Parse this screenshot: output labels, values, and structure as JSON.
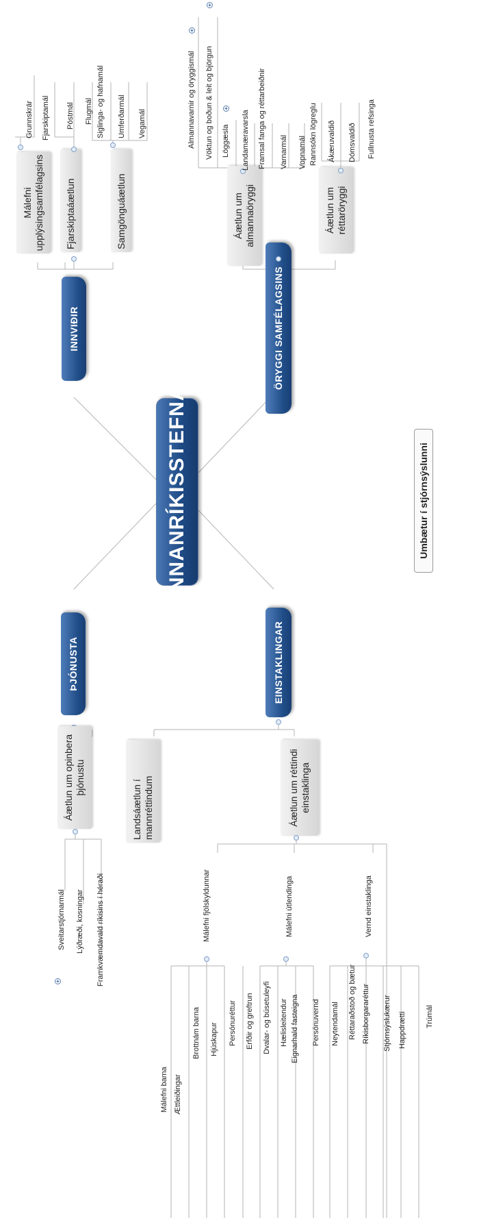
{
  "root": "INNANRÍKISSTEFNA",
  "branches": {
    "innvidir": "INNVIÐIR",
    "oryggi": "ÖRYGGI SAMFÉLAGSINS",
    "thjonusta": "ÞJÓNUSTA",
    "einstaklingar": "EINSTAKLINGAR"
  },
  "innvidir": {
    "upplysing": "Málefni upplýsingsamfélagsins",
    "grunnskrar": "Grunnskrár",
    "fjarskiptaaetlun": "Fjarskiptaáætlun",
    "fjarskiptamal": "Fjarskiptamál",
    "postmal": "Póstmál",
    "samgonguaetlun": "Samgönguáætlun",
    "flugmal": "Flugmál",
    "siglinga": "Siglinga- og hafnamál",
    "umferdarmal": "Umferðarmál",
    "vegamal": "Vegamál"
  },
  "oryggi": {
    "almannaoryggi": "Áætlun um almannaöryggi",
    "almannavarnir": "Almannavarnir og öryggismál",
    "voktun": "Vöktun og boðun & leit og björgun",
    "loggaesla": "Löggæsla",
    "landamaeravarsla": "Landamæravarsla",
    "framsal": "Framsal fanga og réttarbeiðnir",
    "varnarmal": "Varnarmál",
    "vopnamal": "Vopnamál",
    "rettaroryggi": "Áætlun um réttaröryggi",
    "rannsokn": "Rannsókn lögreglu",
    "akaeruvaldid": "Ákæruvaldið",
    "domsvaldid": "Dómsvaldið",
    "fullnusta": "Fullnusta refsinga"
  },
  "thjonusta": {
    "opinber": "Áætlun um opinbera þjónustu",
    "sveitarstjornarmal": "Sveitarstjórnarmál",
    "lydraedi": "Lýðræði, kosningar",
    "framkvaemdavald": "Framkvæmdavald ríkisins í héraði"
  },
  "einstaklingar": {
    "landsaaetlun": "Landsáætlun í mannréttindum",
    "rettindi": "Áætlun um réttindi einstaklinga",
    "fjolskyldan": "Málefni fjölskyldunnar",
    "utlendinga": "Málefni útlendinga",
    "vernd": "Vernd einstaklinga",
    "trumal": "Trúmál",
    "malefni_barna": "Málefni barna",
    "aettleidingar": "Ættleiðingar",
    "brottnam": "Brottnám barna",
    "hjuskapur": "Hjúskapur",
    "personurettur": "Persónuréttur",
    "erfdir": "Erfðir og greftrun",
    "dvalar": "Dvalar- og búsetuleyfi",
    "haelisleitendur": "Hælisleitendur",
    "eignarhald": "Eignarhald fasteigna",
    "personuvernd": "Persónuvernd",
    "neytendamal": "Neytendamál",
    "rettaradstod": "Réttaraðstoð og bætur",
    "rikisborgararettur": "Ríkisborgararéttur",
    "stjornsyslukaerur": "Stjórnsýslukærur",
    "happdraetti": "Happdrætti"
  },
  "floating": "Umbætur í stjórnsýslunni",
  "icons": {
    "expand": "+",
    "collapse": "−"
  }
}
